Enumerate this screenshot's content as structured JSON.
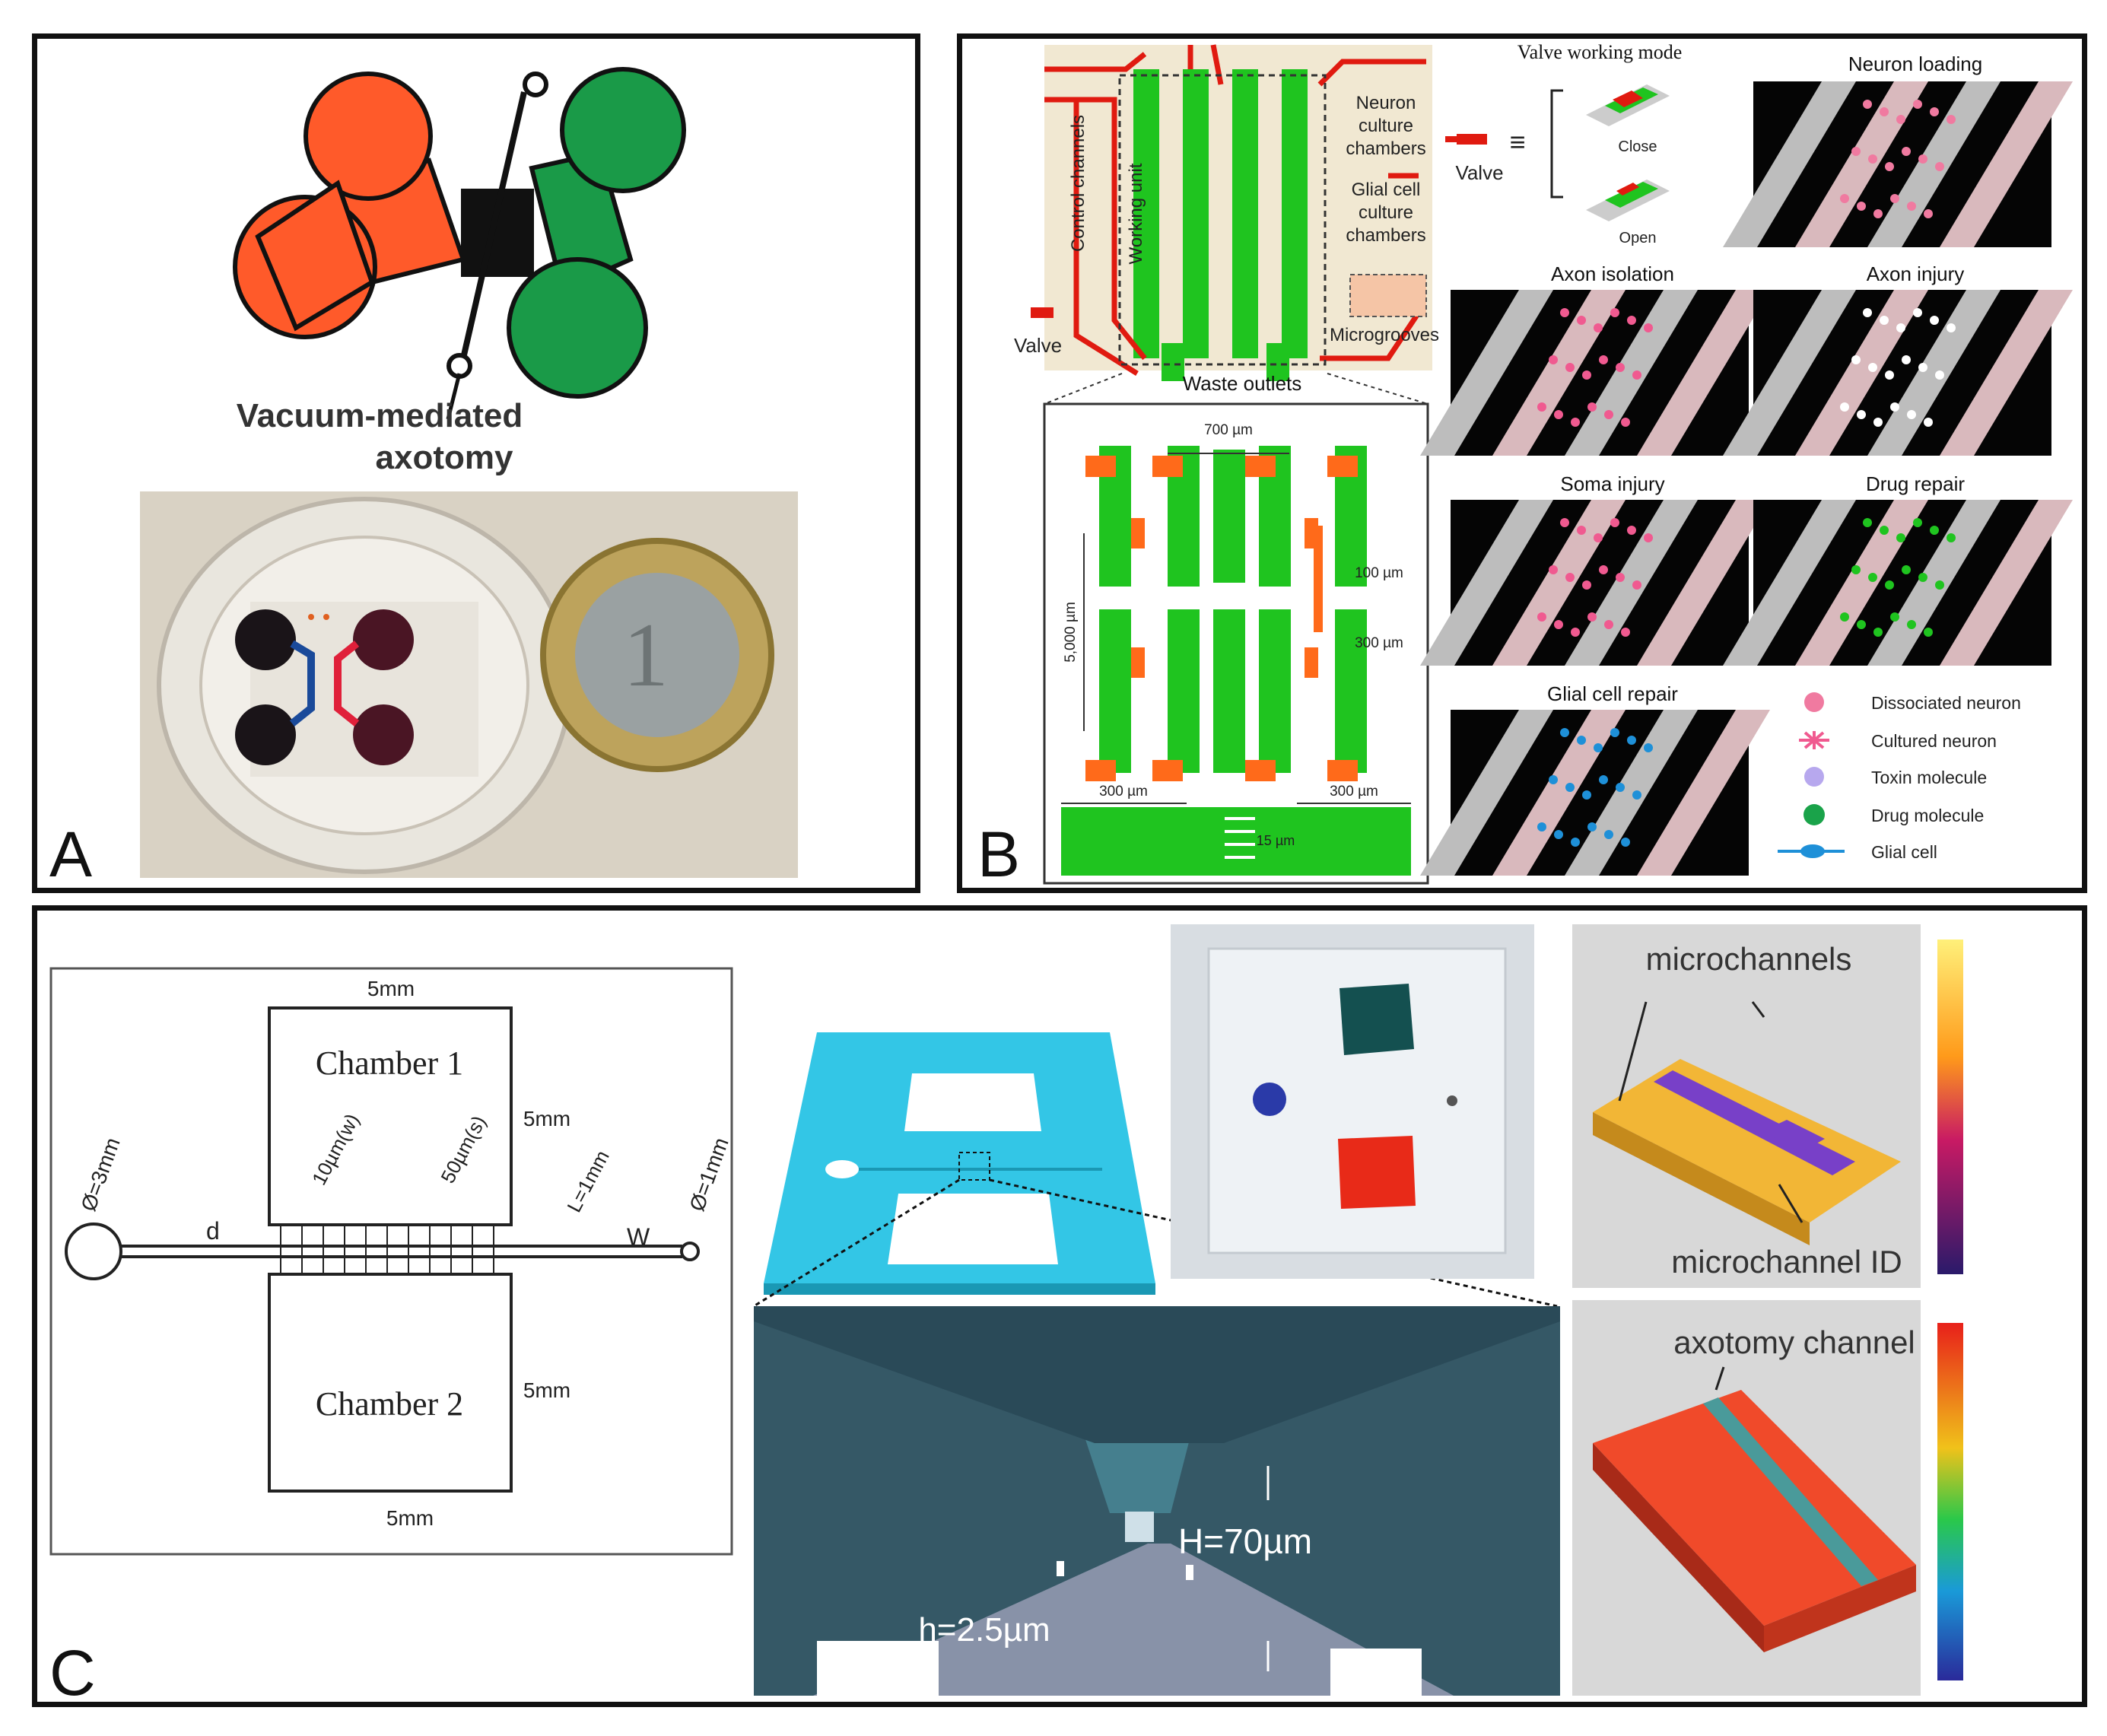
{
  "panel_a": {
    "letter": "A",
    "caption_line1": "Vacuum-mediated",
    "caption_line2": "axotomy"
  },
  "panel_b": {
    "letter": "B",
    "schematic": {
      "control_channels": "Control channels",
      "working_unit": "Working unit",
      "neuron_culture": [
        "Neuron",
        "culture",
        "chambers"
      ],
      "glial_culture": [
        "Glial cell",
        "culture",
        "chambers"
      ],
      "microgrooves": "Microgrooves",
      "valve": "Valve",
      "waste_outlets": "Waste outlets"
    },
    "dimensions": {
      "d700": "700 µm",
      "d5000": "5,000 µm",
      "d100": "100 µm",
      "d300a": "300 µm",
      "d300b": "300 µm",
      "d300c": "300 µm",
      "d15": "15 µm"
    },
    "valve_mode": {
      "title": "Valve working mode",
      "valve_label": "Valve",
      "equiv": "≡",
      "close": "Close",
      "open": "Open"
    },
    "tiles": {
      "neuron_loading": "Neuron loading",
      "axon_isolation": "Axon isolation",
      "axon_injury": "Axon injury",
      "soma_injury": "Soma injury",
      "drug_repair": "Drug repair",
      "glial_cell_repair": "Glial cell repair"
    },
    "legend": [
      {
        "label": "Dissociated neuron",
        "color": "#f07aa0"
      },
      {
        "label": "Cultured neuron",
        "color": "#f05a90"
      },
      {
        "label": "Toxin molecule",
        "color": "#b7a8ee"
      },
      {
        "label": "Drug molecule",
        "color": "#1aa34a"
      },
      {
        "label": "Glial cell",
        "color": "#1e90d8"
      }
    ]
  },
  "panel_c": {
    "letter": "C",
    "chamber1": "Chamber 1",
    "chamber2": "Chamber 2",
    "dim_top": "5mm",
    "dim_right1": "5mm",
    "dim_right2": "5mm",
    "dim_bottom": "5mm",
    "phi_left": "Ø=3mm",
    "phi_right": "Ø=1mm",
    "w_label": "10µm(w)",
    "s_label": "50µm(s)",
    "l_label": "L=1mm",
    "d_label": "d",
    "W_label": "W",
    "h_label": "h=2.5µm",
    "H_label": "H=70µm",
    "microchannels": "microchannels",
    "microchannel_id": "microchannel ID",
    "axotomy_channel": "axotomy channel"
  },
  "colors": {
    "green": "#1fc41f",
    "red_orange": "#ff6a1a",
    "red_line": "#e01a10",
    "cyan": "#33c6e6",
    "dark_slate": "#355866"
  }
}
